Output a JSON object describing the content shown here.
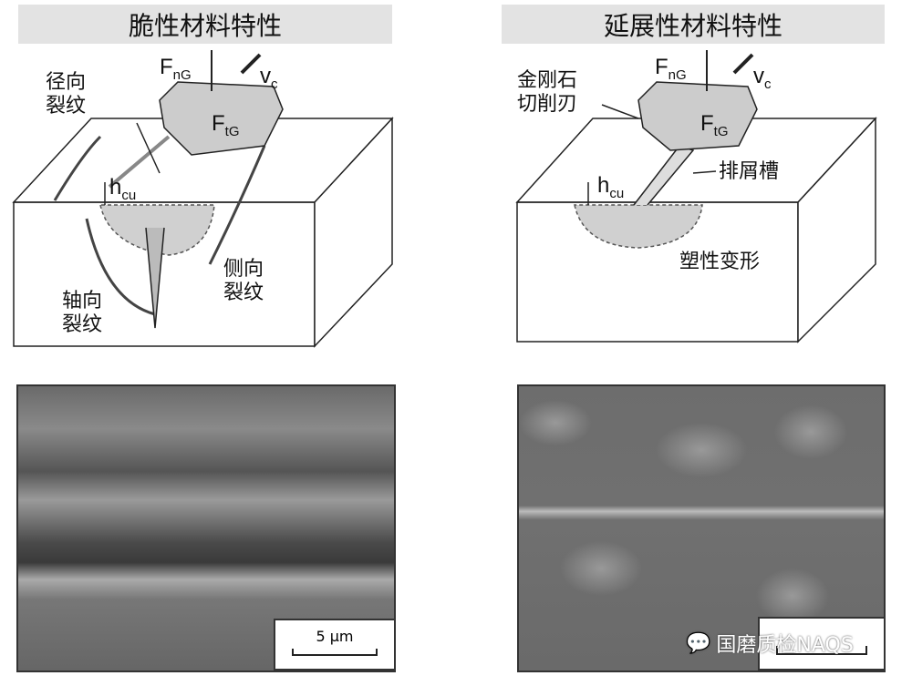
{
  "left": {
    "title": "脆性材料特性",
    "radial_crack": "径向\n裂纹",
    "lateral_crack": "侧向\n裂纹",
    "axial_crack": "轴向\n裂纹",
    "fn": "F",
    "fn_sub": "nG",
    "ft": "F",
    "ft_sub": "tG",
    "vc": "v",
    "vc_sub": "c",
    "h": "h",
    "h_sub": "cu",
    "scale_label": "5 μm"
  },
  "right": {
    "title": "延展性材料特性",
    "tool": "金刚石\n切削刃",
    "chip_groove": "排屑槽",
    "plastic": "塑性变形",
    "fn": "F",
    "fn_sub": "nG",
    "ft": "F",
    "ft_sub": "tG",
    "vc": "v",
    "vc_sub": "c",
    "h": "h",
    "h_sub": "cu"
  },
  "watermark": "国磨质检NAQS"
}
